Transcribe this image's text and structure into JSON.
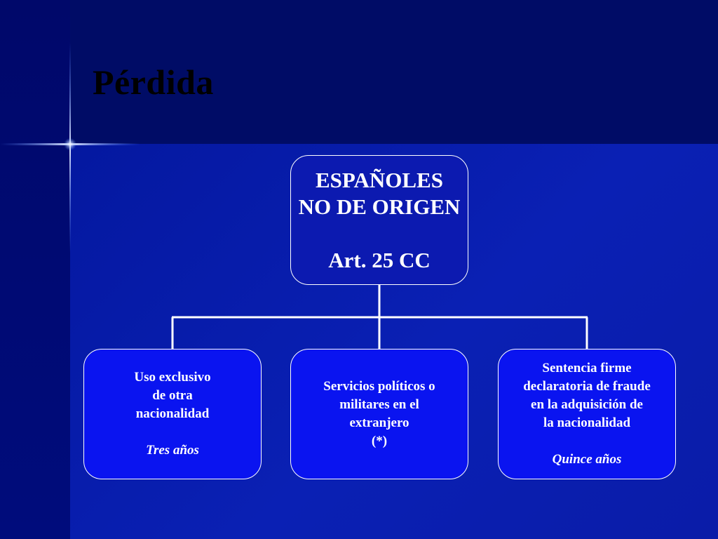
{
  "slide": {
    "title": "Pérdida"
  },
  "diagram": {
    "root": {
      "line1": "ESPAÑOLES",
      "line2": "NO DE ORIGEN",
      "line3": "Art. 25 CC"
    },
    "children": [
      {
        "lines": [
          "Uso exclusivo",
          "de otra",
          "nacionalidad"
        ],
        "term": "Tres años"
      },
      {
        "lines": [
          "Servicios políticos o",
          "militares en el",
          "extranjero",
          "(*)"
        ],
        "term": ""
      },
      {
        "lines": [
          "Sentencia firme",
          "declaratoria de fraude",
          "en la adquisición de",
          "la nacionalidad"
        ],
        "term": "Quince años"
      }
    ]
  },
  "colors": {
    "background": "#000a6a",
    "panel": "#0a20b4",
    "root_box": "#0c1ab0",
    "child_box": "#0a14f0",
    "border": "#ffffff",
    "title": "#000000"
  }
}
